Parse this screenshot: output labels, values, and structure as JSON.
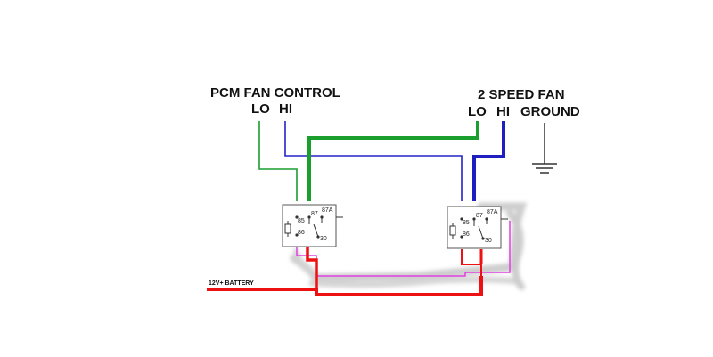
{
  "labels": {
    "pcm_title": "PCM FAN CONTROL",
    "pcm_lo": "LO",
    "pcm_hi": "HI",
    "fan_title": "2 SPEED FAN",
    "fan_lo": "LO",
    "fan_hi": "HI",
    "fan_ground": "GROUND",
    "battery": "12V+ BATTERY"
  },
  "relay_pins": {
    "p85": "85",
    "p86": "86",
    "p87": "87",
    "p87a": "87A",
    "p30": "30"
  },
  "colors": {
    "green_wire": "#1a9e2e",
    "blue_wire": "#1f1fbf",
    "red_wire": "#ee1111",
    "pink_wire": "#e040e0",
    "ground": "#333333",
    "smoke": "#b8b8b8"
  }
}
